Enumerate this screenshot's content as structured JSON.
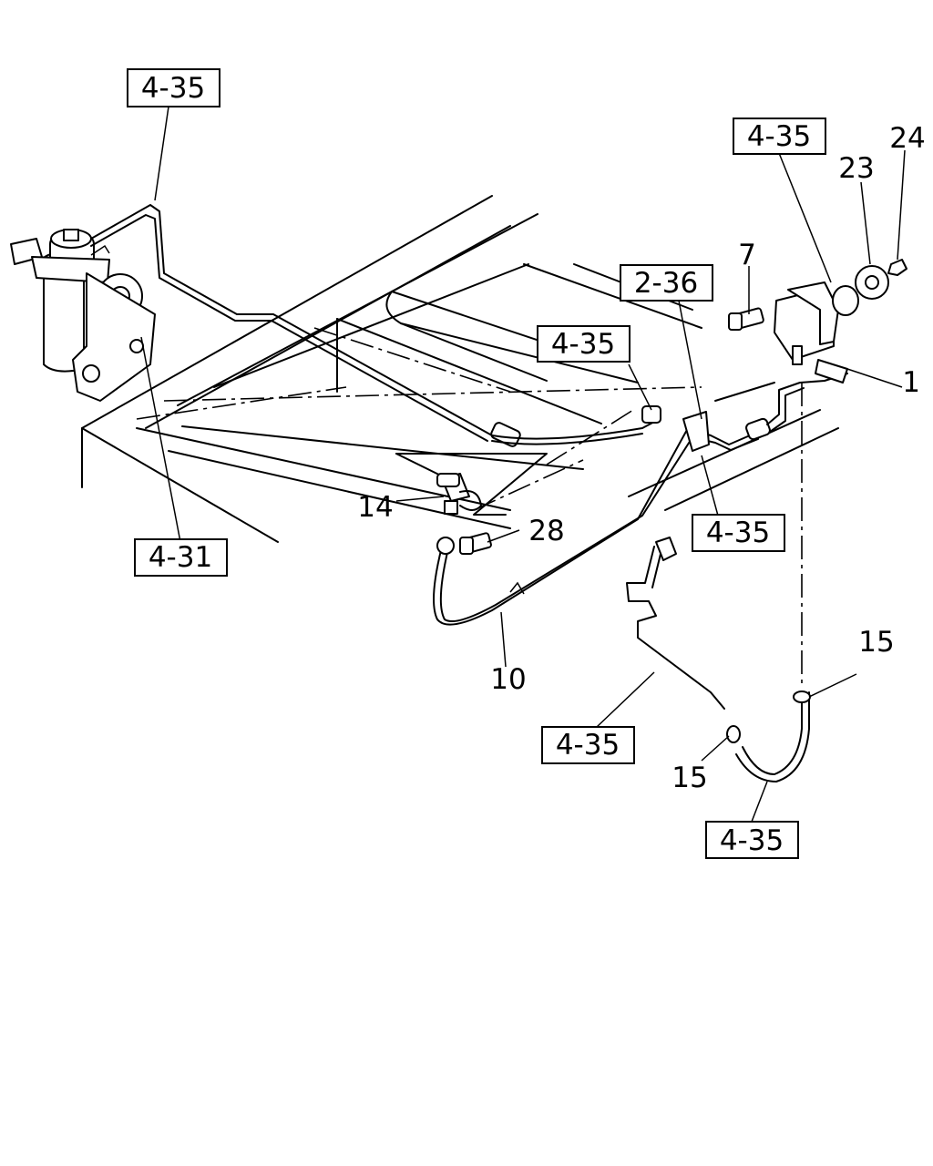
{
  "diagram": {
    "refs": {
      "ref_435_top_left": "4-35",
      "ref_435_top_right": "4-35",
      "ref_236": "2-36",
      "ref_435_mid": "4-35",
      "ref_431": "4-31",
      "ref_435_right_mid": "4-35",
      "ref_435_lower": "4-35",
      "ref_435_bottom": "4-35"
    },
    "callouts": {
      "n1": "1",
      "n7": "7",
      "n10": "10",
      "n14": "14",
      "n15_upper": "15",
      "n15_lower": "15",
      "n23": "23",
      "n24": "24",
      "n28": "28"
    }
  }
}
